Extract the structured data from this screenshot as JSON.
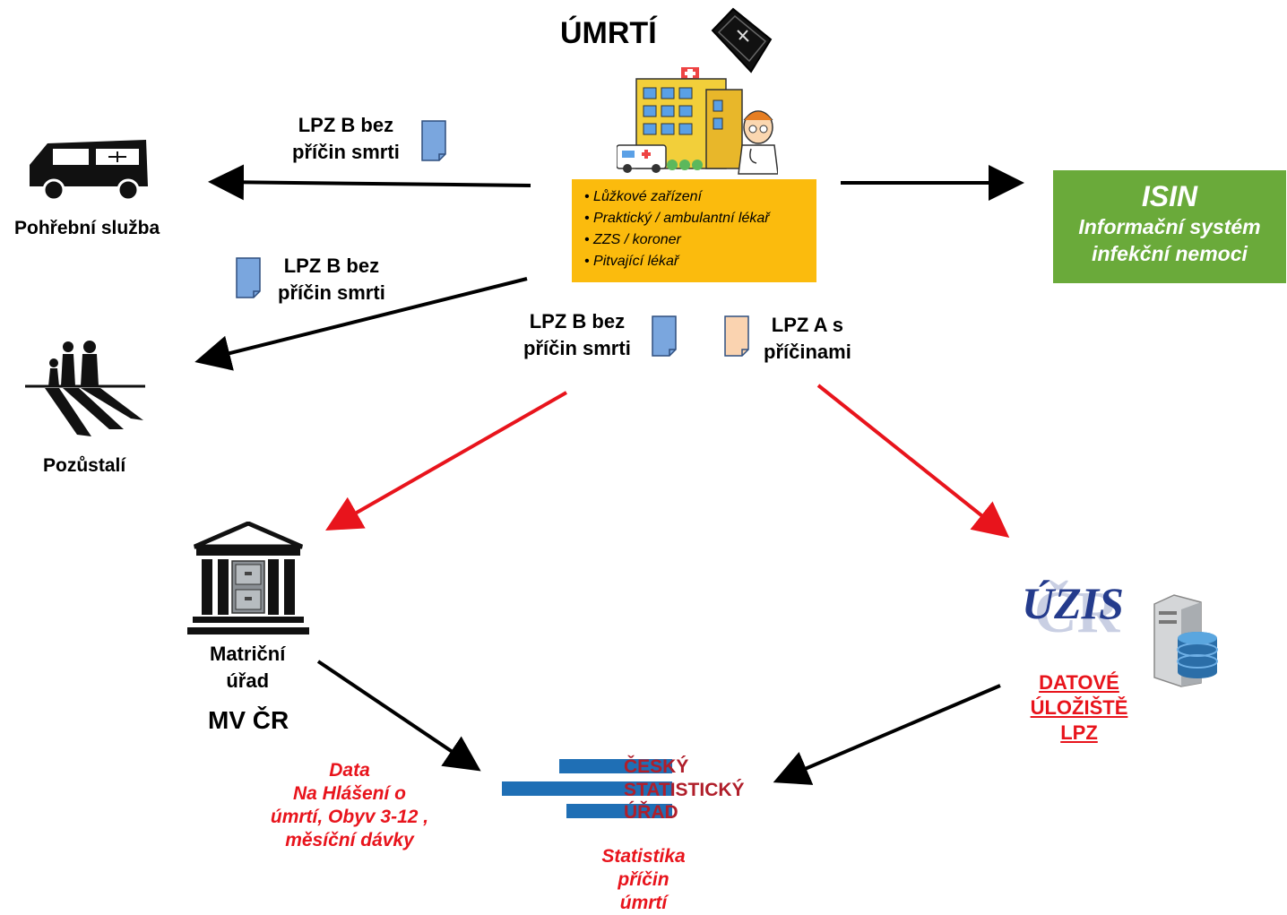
{
  "title": "ÚMRTÍ",
  "center_box": {
    "items": [
      "Lůžkové zařízení",
      "Praktický / ambulantní lékař",
      "ZZS / koroner",
      "Pitvající lékař"
    ]
  },
  "isin": {
    "title": "ISIN",
    "subtitle_line1": "Informační systém",
    "subtitle_line2": "infekční nemoci"
  },
  "funeral": {
    "label": "Pohřební služba"
  },
  "survivors": {
    "label": "Pozůstalí"
  },
  "doc_labels": {
    "funeral_line1": "LPZ B bez",
    "funeral_line2": "příčin smrti",
    "survivors_line1": "LPZ B bez",
    "survivors_line2": "příčin smrti",
    "registry_line1": "LPZ B bez",
    "registry_line2": "příčin smrti",
    "uzis_line1": "LPZ A s",
    "uzis_line2": "příčinami"
  },
  "registry": {
    "line1": "Matriční",
    "line2": "úřad",
    "ministry": "MV ČR"
  },
  "uzis": {
    "logo_text": "ÚZIS",
    "logo_sub": "ČR",
    "link_line1": "DATOVÉ",
    "link_line2": "ÚLOŽIŠTĚ",
    "link_line3": "LPZ"
  },
  "csu": {
    "line1": "ČESKÝ",
    "line2": "STATISTICKÝ",
    "line3": "ÚŘAD",
    "stat_line1": "Statistika",
    "stat_line2": "příčin",
    "stat_line3": "úmrtí"
  },
  "mv_data": {
    "line1": "Data",
    "line2": "Na Hlášení o",
    "line3": "úmrtí, Obyv 3-12 ,",
    "line4": "měsíční dávky"
  },
  "colors": {
    "orange": "#fbbb0d",
    "isin_green": "#6aaa3a",
    "red": "#e8141c",
    "doc_blue": "#7aa6de",
    "doc_peach": "#fad3b0",
    "csu_blue": "#1f6fb5",
    "csu_red": "#b01e2a"
  },
  "icons": [
    "coffin-icon",
    "hospital-icon",
    "hearse-icon",
    "family-icon",
    "registry-building-icon",
    "server-icon"
  ]
}
